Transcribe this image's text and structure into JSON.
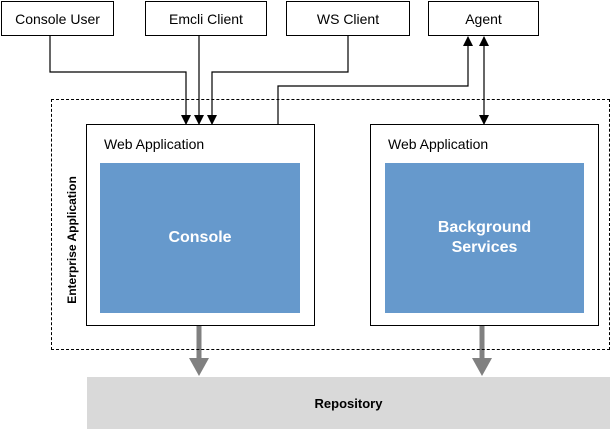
{
  "clients": {
    "console_user": "Console User",
    "emcli_client": "Emcli Client",
    "ws_client": "WS Client",
    "agent": "Agent"
  },
  "enterprise": {
    "label": "Enterprise Application"
  },
  "webapps": {
    "left": {
      "label": "Web Application",
      "inner": "Console"
    },
    "right": {
      "label": "Web Application",
      "inner": "Background\nServices"
    }
  },
  "repository": {
    "label": "Repository"
  },
  "colors": {
    "inner_fill": "#6699cc",
    "repository_fill": "#d9d9d9",
    "repo_arrow": "#808080",
    "line": "#000000"
  }
}
